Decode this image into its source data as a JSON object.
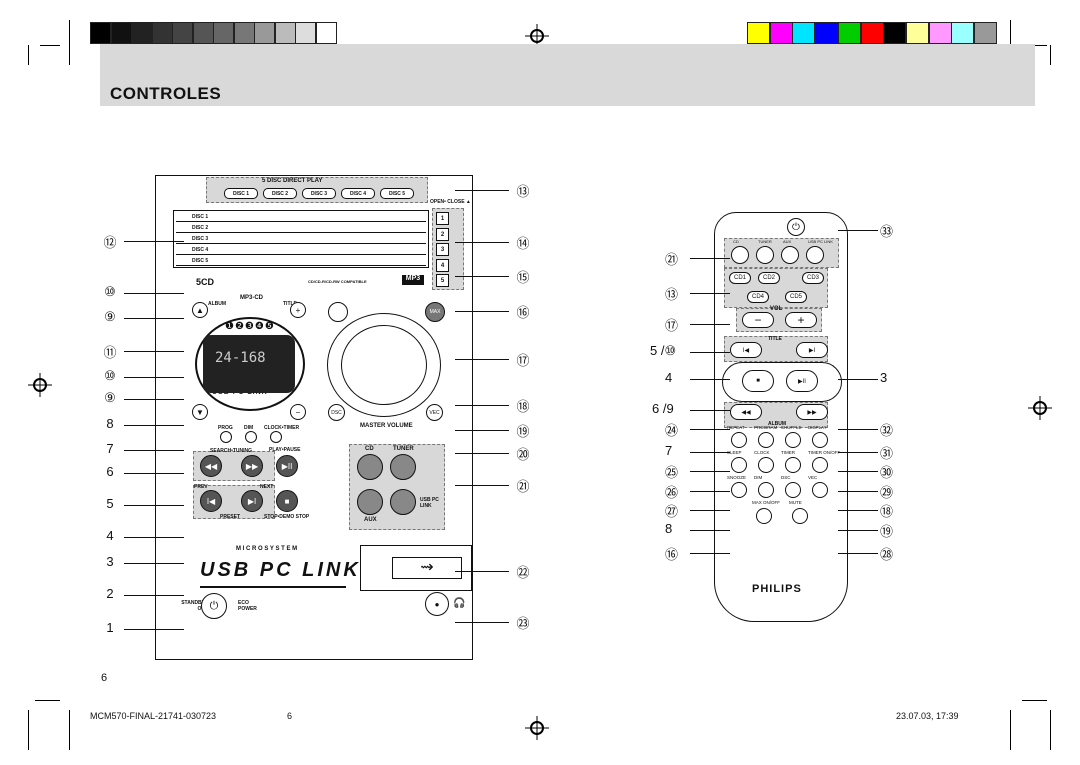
{
  "header": {
    "title": "CONTROLES"
  },
  "colors": {
    "grey_bars": [
      "#000000",
      "#111111",
      "#222222",
      "#333333",
      "#444444",
      "#555555",
      "#666666",
      "#777777",
      "#999999",
      "#bbbbbb",
      "#dddddd",
      "#ffffff"
    ],
    "color_bars": [
      "#ffff00",
      "#ff00ff",
      "#00e5ff",
      "#0000ff",
      "#00cc00",
      "#ff0000",
      "#000000",
      "#ffff99",
      "#ff99ff",
      "#99ffff",
      "#999999"
    ]
  },
  "page_number": "6",
  "footer": {
    "left": "MCM570-FINAL-21741-030723",
    "center": "6",
    "right": "23.07.03, 17:39"
  },
  "unit": {
    "disc_direct_play": "5 DISC DIRECT PLAY",
    "disc_buttons": [
      "DISC 1",
      "DISC 2",
      "DISC 3",
      "DISC 4",
      "DISC 5"
    ],
    "open_close": "OPEN• CLOSE ▲",
    "tray_labels": [
      "DISC 1",
      "DISC 2",
      "DISC 3",
      "DISC 4",
      "DISC 5"
    ],
    "tray_numbers": [
      "1",
      "2",
      "3",
      "4",
      "5"
    ],
    "compat": "CD/CD-R/CD-RW COMPATIBLE",
    "mp3_cd": "MP3-CD",
    "album": "ALBUM",
    "title": "TITLE",
    "prog": "PROG",
    "dim": "DIM",
    "clock_timer": "CLOCK•TIMER",
    "master_volume": "MASTER VOLUME",
    "dsc": "DSC",
    "vec": "VEC",
    "search_tuning": "SEARCH•TUNING",
    "play_pause": "PLAY•PAUSE",
    "prev": "PREV",
    "next": "NEXT",
    "preset": "PRESET",
    "stop_demo": "STOP•DEMO STOP",
    "cd": "CD",
    "tuner": "TUNER",
    "aux": "AUX",
    "usb_pc_link_src": "USB PC LINK",
    "micro_system": "M I C R O   S Y S T E M",
    "usb_pc_link": "USB PC LINK",
    "standby_on": "STANDBY ON",
    "eco_power": "ECO POWER",
    "display_text": "24-168",
    "display_sub": "USB PC LINK"
  },
  "unit_callouts_left": [
    "⑫",
    "⑩",
    "⑨",
    "⑪",
    "⑩",
    "⑨",
    "8",
    "7",
    "6",
    "5",
    "4",
    "3",
    "2",
    "1"
  ],
  "unit_callouts_right": [
    "⑬",
    "⑭",
    "⑮",
    "⑯",
    "⑰",
    "⑱",
    "⑲",
    "⑳",
    "㉑",
    "㉒",
    "㉓"
  ],
  "remote": {
    "source_labels": [
      "CD",
      "TUNER",
      "AUX",
      "USB PC LINK"
    ],
    "cd_buttons": [
      "CD1",
      "CD2",
      "CD3",
      "CD4",
      "CD5"
    ],
    "vol": "VOL",
    "title": "TITLE",
    "album": "ALBUM",
    "row1": [
      "REPEAT",
      "PROGRAM",
      "SHUFFLE",
      "DISPLAY"
    ],
    "row2": [
      "SLEEP",
      "CLOCK",
      "TIMER",
      "TIMER ON/OFF"
    ],
    "row3": [
      "SNOOZE",
      "DIM",
      "DSC",
      "VEC"
    ],
    "row4": [
      "MAX ON/OFF",
      "MUTE"
    ],
    "brand": "PHILIPS"
  },
  "remote_callouts_left": [
    "㉑",
    "⑬",
    "⑰",
    "5 /⑩",
    "4",
    "6 /9",
    "㉔",
    "7",
    "㉕",
    "㉖",
    "㉗",
    "8",
    "⑯"
  ],
  "remote_callouts_right": [
    "㉝",
    "3",
    "㉜",
    "㉛",
    "㉚",
    "㉙",
    "⑱",
    "⑲",
    "㉘"
  ]
}
